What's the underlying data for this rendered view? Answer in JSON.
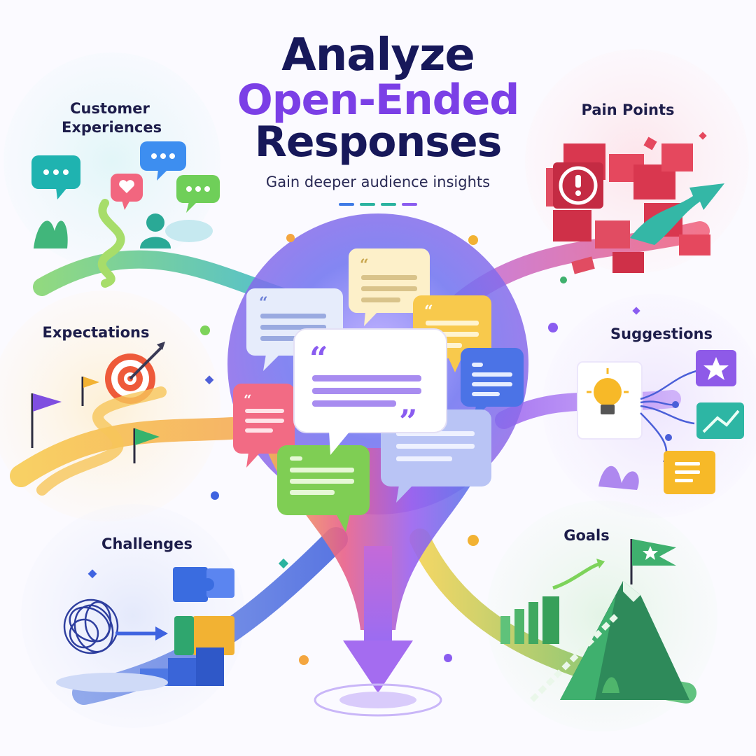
{
  "header": {
    "title_line1": "Analyze",
    "title_line2": "Open-Ended",
    "title_line3": "Responses",
    "subtitle": "Gain deeper audience insights"
  },
  "themes": [
    {
      "label": "Customer Experiences",
      "color": "#2bb3c4"
    },
    {
      "label": "Pain Points",
      "color": "#e64a63"
    },
    {
      "label": "Expectations",
      "color": "#f2b233"
    },
    {
      "label": "Suggestions",
      "color": "#8a5cf0"
    },
    {
      "label": "Challenges",
      "color": "#3f63e0"
    },
    {
      "label": "Goals",
      "color": "#2fa66e"
    }
  ],
  "colors": {
    "title_dark": "#17185a",
    "title_accent": "#7b3fe6",
    "dash_blue": "#3f7be6",
    "dash_teal": "#2bb3a0",
    "dash_purple": "#8a5cf0"
  }
}
